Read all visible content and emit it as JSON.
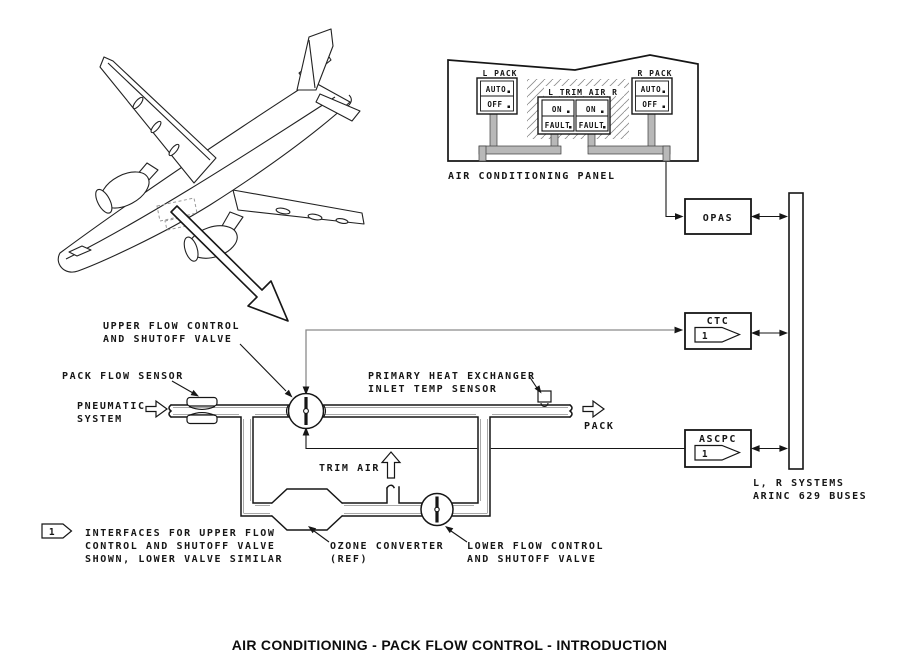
{
  "figure_title": "AIR CONDITIONING - PACK FLOW CONTROL - INTRODUCTION",
  "panel": {
    "caption": "AIR CONDITIONING PANEL",
    "l_pack": {
      "label": "L PACK",
      "top": "AUTO",
      "bottom": "OFF"
    },
    "r_pack": {
      "label": "R PACK",
      "top": "AUTO",
      "bottom": "OFF"
    },
    "trim": {
      "label": "L TRIM AIR R",
      "left": {
        "top": "ON",
        "bottom": "FAULT"
      },
      "right": {
        "top": "ON",
        "bottom": "FAULT"
      }
    }
  },
  "boxes": {
    "opas": "OPAS",
    "ctc": "CTC",
    "ctc_flag": "1",
    "ascpc": "ASCPC",
    "ascpc_flag": "1"
  },
  "bus": {
    "label_line1": "L, R SYSTEMS",
    "label_line2": "ARINC 629 BUSES"
  },
  "schematic": {
    "pneumatic_line1": "PNEUMATIC",
    "pneumatic_line2": "SYSTEM",
    "pack_flow_sensor": "PACK FLOW SENSOR",
    "upper_valve_line1": "UPPER FLOW CONTROL",
    "upper_valve_line2": "AND SHUTOFF VALVE",
    "pht_line1": "PRIMARY HEAT EXCHANGER",
    "pht_line2": "INLET TEMP SENSOR",
    "pack": "PACK",
    "trim_air": "TRIM AIR",
    "ozone_line1": "OZONE CONVERTER",
    "ozone_line2": "(REF)",
    "lower_valve_line1": "LOWER FLOW CONTROL",
    "lower_valve_line2": "AND SHUTOFF VALVE"
  },
  "note": {
    "flag": "1",
    "line1": "INTERFACES FOR UPPER FLOW",
    "line2": "CONTROL AND SHUTOFF VALVE",
    "line3": "SHOWN, LOWER VALVE SIMILAR"
  },
  "colors": {
    "ink": "#161616",
    "duct_shade": "#a9a9a9",
    "trace_gray": "#b8b8b8",
    "gray_line": "#8a8a8a"
  }
}
